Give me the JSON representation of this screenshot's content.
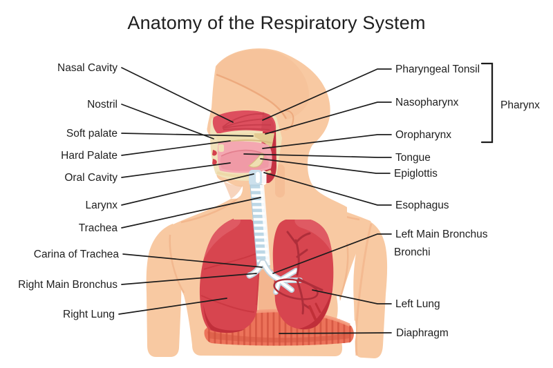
{
  "title": "Anatomy of the Respiratory System",
  "labels": {
    "left": [
      "Nasal Cavity",
      "Nostril",
      "Soft palate",
      "Hard Palate",
      "Oral Cavity",
      "Larynx",
      "Trachea",
      "Carina of Trachea",
      "Right Main Bronchus",
      "Right Lung"
    ],
    "right": [
      "Pharyngeal Tonsil",
      "Nasopharynx",
      "Oropharynx",
      "Tongue",
      "Epiglottis",
      "Esophagus",
      "Left Main Bronchus",
      "Bronchi",
      "Left Lung",
      "Diaphragm"
    ],
    "bracket_label": "Pharynx"
  },
  "colors": {
    "text": "#1e1e1e",
    "leader_line": "#1c1c1c",
    "skin": "#F8C9A2",
    "skin_shadow": "#EFAD82",
    "hair_tint": "#F3BC92",
    "section_border": "#F1E2BA",
    "palate": "#EFDFB0",
    "palate_dark": "#E3CB92",
    "nasal_cavity": "#DD4F5E",
    "nasal_streak": "#C73D4C",
    "mouth": "#F4A7B1",
    "tongue": "#F09AA6",
    "pharynx": "#C43343",
    "trachea_ring": "#BCD7E6",
    "bronchus_shade": "#C3D6E2",
    "lung": "#D7454F",
    "lung_dark": "#C02F3A",
    "lung_highlight": "#E05E66",
    "lung_tree": "#AE2E3A",
    "diaphragm": "#EC735A",
    "diaphragm_stripe": "#D0503C"
  }
}
